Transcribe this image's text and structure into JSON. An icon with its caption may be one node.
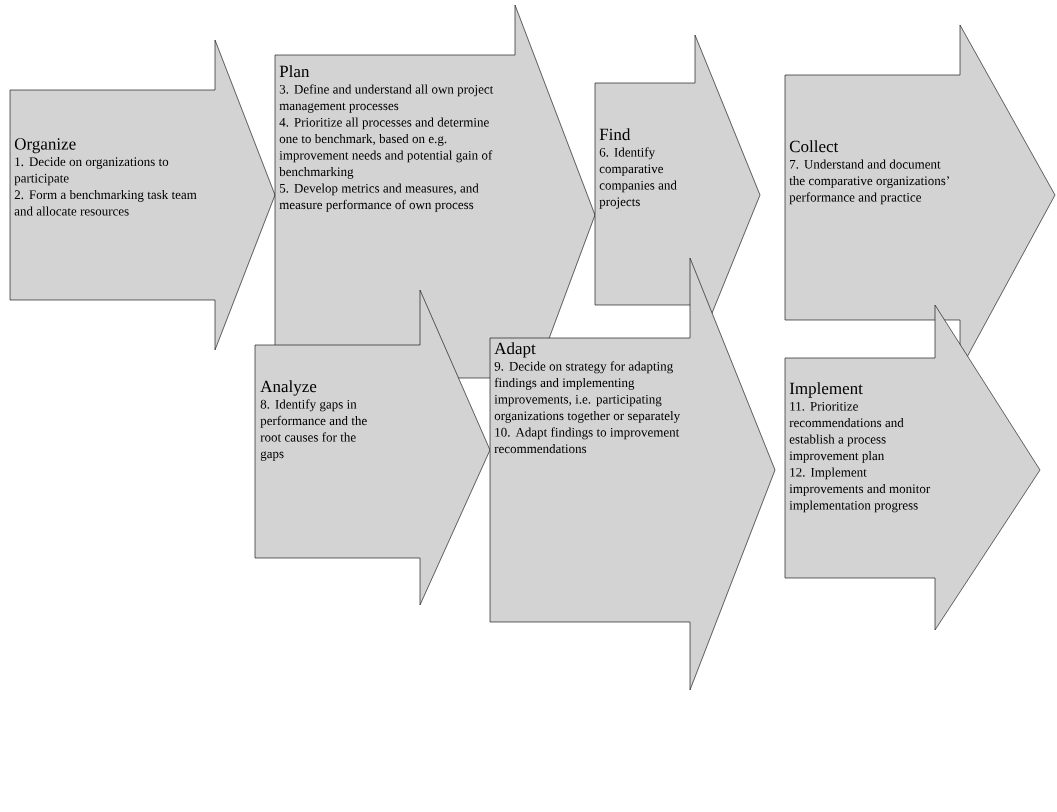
{
  "diagram": {
    "nodes": [
      {
        "text": [
          "Organize",
          "1. Decide on organizations to participate",
          "2. Form a benchmarking task team and allocate resources"
        ]
      },
      {
        "text": [
          "Plan",
          "3. Define and understand all own project management processes",
          "4. Prioritize all processes and determine one to benchmark, based on e.g. improvement needs and potential gain of benchmarking",
          "5. Develop metrics and measures, and measure performance of own process"
        ]
      },
      {
        "text": [
          "Find",
          "6. Identify comparative companies and projects"
        ]
      },
      {
        "text": [
          "Collect",
          "7. Understand and document the comparative organizations’ performance and practice"
        ]
      },
      {
        "text": [
          "Analyze",
          "8. Identify gaps in performance and the root causes for the gaps"
        ]
      },
      {
        "text": [
          "Adapt",
          "9. Decide on strategy for adapting findings and implementing improvements, i.e. participating organizations together or separately",
          "10. Adapt findings to improvement recommendations"
        ]
      },
      {
        "text": [
          "Implement",
          "11. Prioritize recommendations and establish a process improvement plan",
          "12. Implement improvements and monitor implementation progress"
        ]
      }
    ]
  }
}
